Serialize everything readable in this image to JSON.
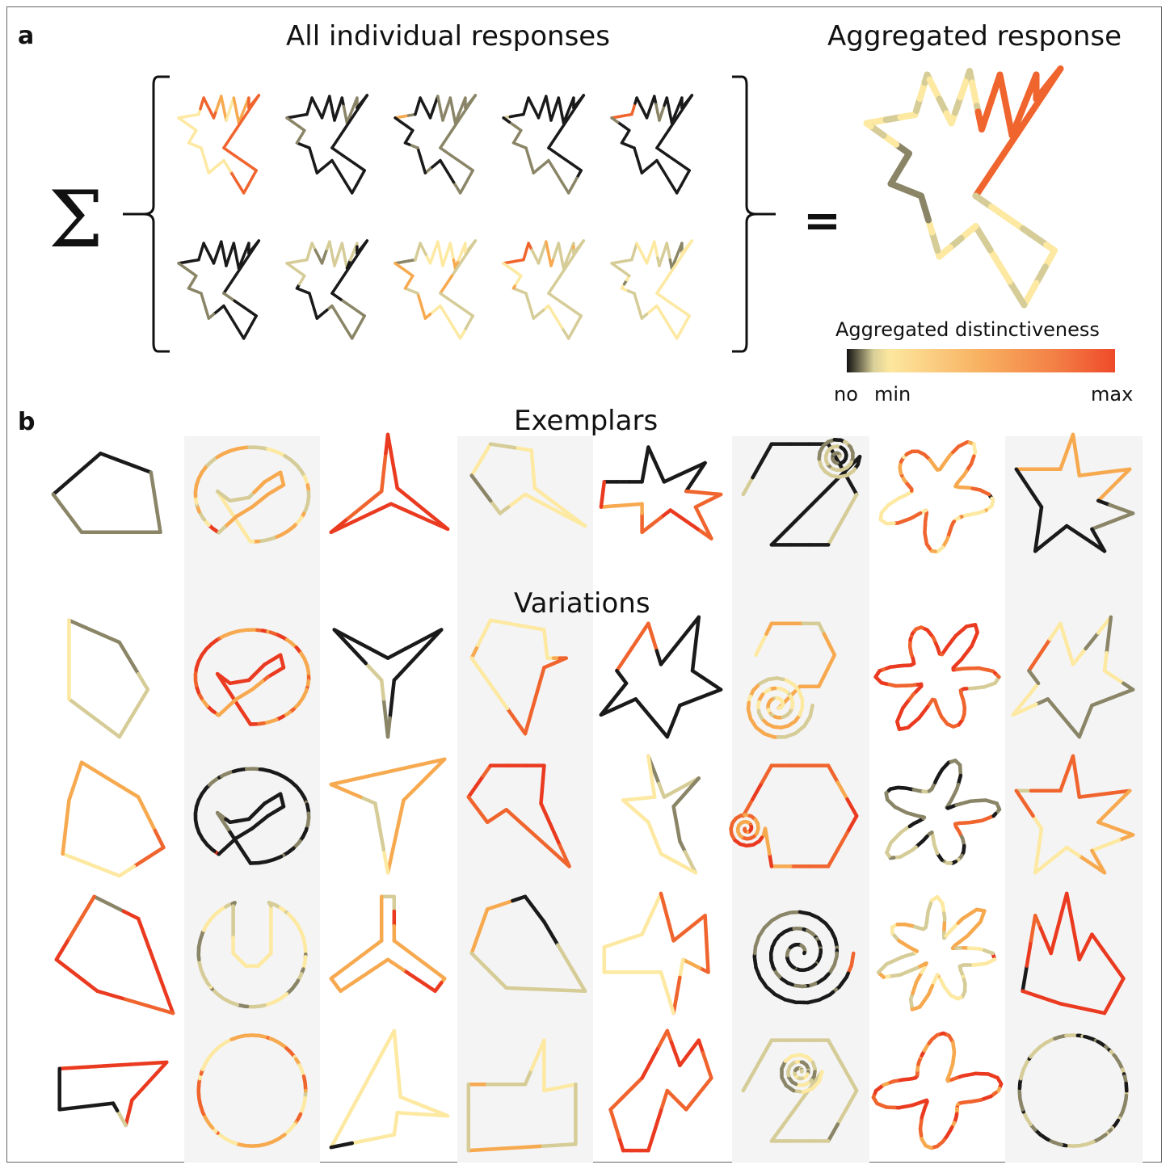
{
  "panel_a": {
    "label": "a",
    "title_individual": "All individual responses",
    "title_aggregated": "Aggregated response",
    "sum_symbol": "Σ",
    "equals_symbol": "="
  },
  "colorbar": {
    "title": "Aggregated distinctiveness",
    "label_no": "no",
    "label_min": "min",
    "label_max": "max",
    "colors": [
      "#111111",
      "#d8cf98",
      "#fde79e",
      "#f8b061",
      "#f37f45",
      "#ef4a2a"
    ]
  },
  "panel_b": {
    "label": "b",
    "title_exemplars": "Exemplars",
    "title_variations": "Variations"
  },
  "palette": {
    "black": "#1a1a1a",
    "olive": "#8a8567",
    "khaki": "#d6cc98",
    "yellow": "#fde9a2",
    "orange": "#f7a94f",
    "red_orange": "#f0642e",
    "red": "#ea3a20",
    "shaded_column": "#f4f4f4"
  }
}
